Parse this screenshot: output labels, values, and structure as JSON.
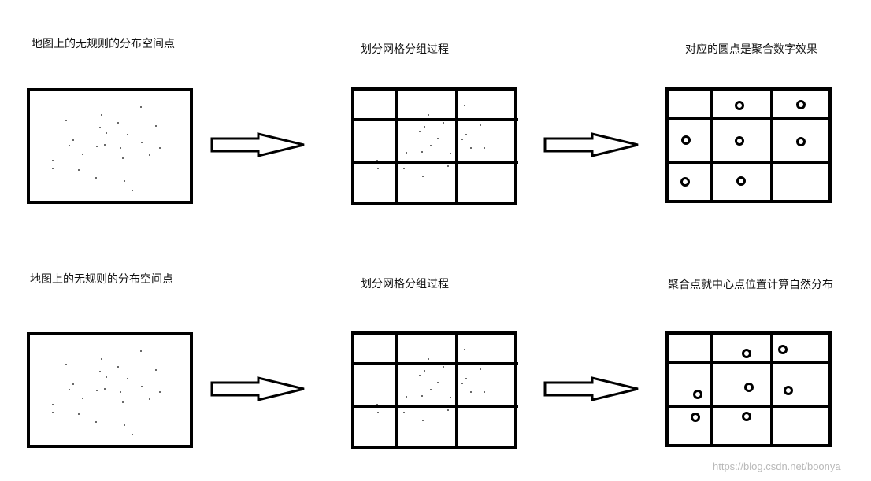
{
  "rows": [
    {
      "step1_caption": "地图上的无规则的分布空间点",
      "step2_caption": "划分网格分组过程",
      "step3_caption": "对应的圆点是聚合数字效果"
    },
    {
      "step1_caption": "地图上的无规则的分布空间点",
      "step2_caption": "划分网格分组过程",
      "step3_caption": "聚合点就中心点位置计算自然分布"
    }
  ],
  "watermark": "https://blog.csdn.net/boonya",
  "colors": {
    "stroke": "#000000",
    "background": "#ffffff",
    "watermark": "#b9b9b9"
  }
}
